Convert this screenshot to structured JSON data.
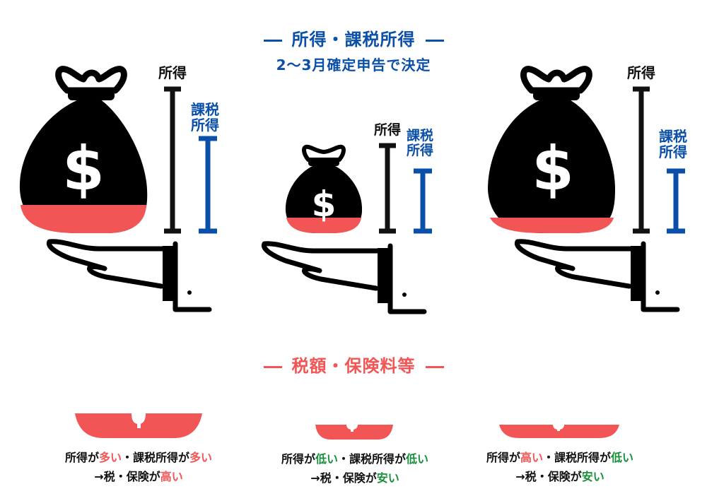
{
  "headings": {
    "income_title": "所得・課税所得",
    "income_subtitle": "2〜3月確定申告で決定",
    "tax_title": "税額・保険料等"
  },
  "labels": {
    "income": "所得",
    "taxable_line1": "課税",
    "taxable_line2": "所得"
  },
  "icons": {
    "money_bag": "money-bag-icon",
    "hand": "open-hand-icon",
    "dollar": "dollar-sign-icon"
  },
  "colors": {
    "blue": "#0a4fa8",
    "red": "#f25555",
    "green": "#1a8f3a",
    "black": "#111111"
  },
  "scenarios": [
    {
      "income_level": "多い",
      "taxable_level": "多い",
      "tax_level": "高い",
      "caption1_prefix": "所得が",
      "caption1_mid": "・課税所得が",
      "caption2_prefix": "→税・保険が"
    },
    {
      "income_level": "低い",
      "taxable_level": "低い",
      "tax_level": "安い",
      "caption1_prefix": "所得が",
      "caption1_mid": "・課税所得が",
      "caption2_prefix": "→税・保険が"
    },
    {
      "income_level": "高い",
      "taxable_level": "低い",
      "tax_level": "安い",
      "caption1_prefix": "所得が",
      "caption1_mid": "・課税所得が",
      "caption2_prefix": "→税・保険が"
    }
  ]
}
